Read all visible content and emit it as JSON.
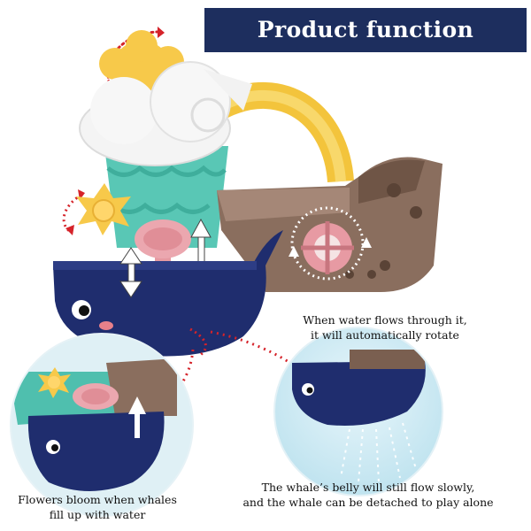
{
  "banner": {
    "title": "Product function analysis"
  },
  "captions": {
    "rotate": [
      "When water flows through it,",
      "it will automatically rotate"
    ],
    "bloom": [
      "Flowers bloom when whales",
      "fill up with water"
    ],
    "belly": [
      "The whale’s belly will still flow slowly,",
      "and the whale can be detached to play alone"
    ]
  },
  "colors": {
    "banner_bg": "#1d2e5e",
    "whale_blue": "#1f2d6e",
    "ship_brown": "#8a6e5e",
    "flower_yellow": "#f7c94a",
    "cloud_white": "#f4f4f4",
    "teal": "#59c7b5",
    "pink": "#e9a0a9",
    "arrow_red": "#d5232a"
  }
}
